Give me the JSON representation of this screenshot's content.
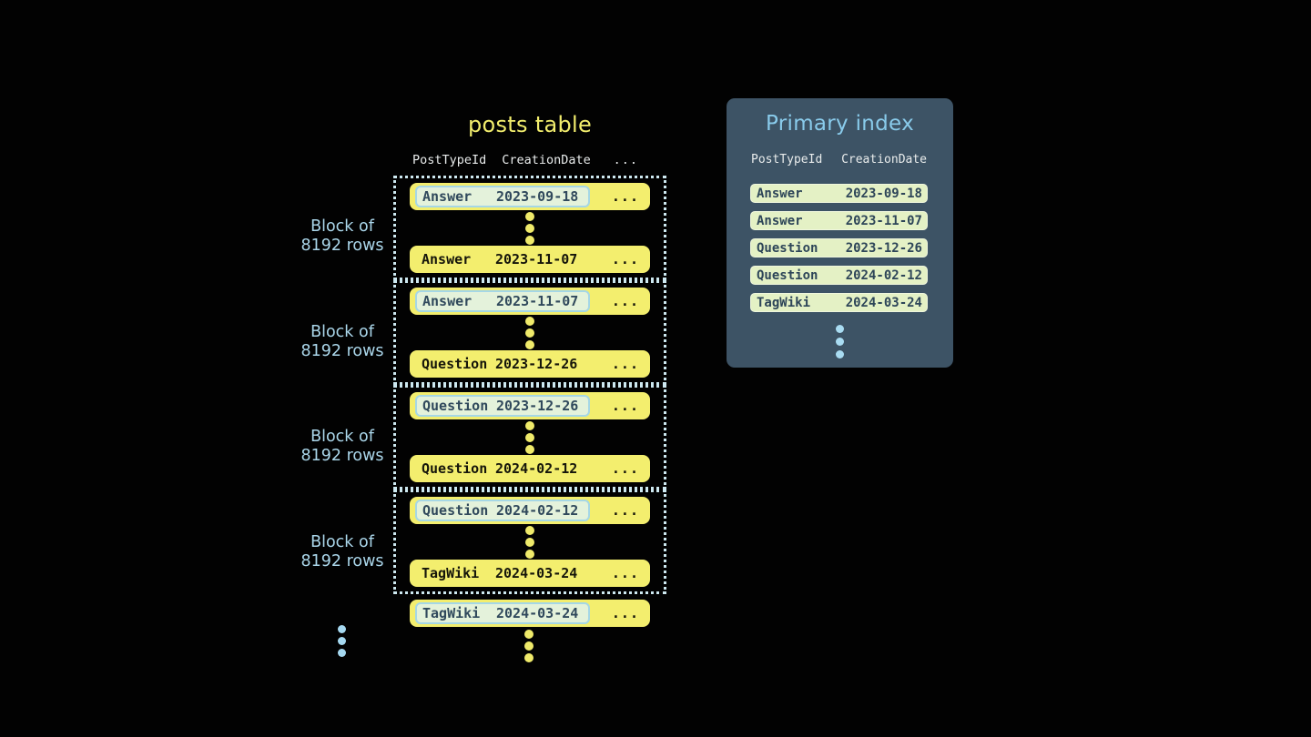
{
  "posts_table": {
    "title": "posts table",
    "columns": [
      "PostTypeId",
      "CreationDate"
    ],
    "ellipsis": "...",
    "block_label": "Block of 8192 rows",
    "blocks": [
      {
        "first": {
          "type": "Answer",
          "date": "2023-09-18"
        },
        "last": {
          "type": "Answer",
          "date": "2023-11-07"
        }
      },
      {
        "first": {
          "type": "Answer",
          "date": "2023-11-07"
        },
        "last": {
          "type": "Question",
          "date": "2023-12-26"
        }
      },
      {
        "first": {
          "type": "Question",
          "date": "2023-12-26"
        },
        "last": {
          "type": "Question",
          "date": "2024-02-12"
        }
      },
      {
        "first": {
          "type": "Question",
          "date": "2024-02-12"
        },
        "last": {
          "type": "TagWiki",
          "date": "2024-03-24"
        }
      }
    ],
    "trailing_row": {
      "type": "TagWiki",
      "date": "2024-03-24"
    }
  },
  "primary_index": {
    "title": "Primary index",
    "columns": [
      "PostTypeId",
      "CreationDate"
    ],
    "rows": [
      {
        "type": "Answer",
        "date": "2023-09-18"
      },
      {
        "type": "Answer",
        "date": "2023-11-07"
      },
      {
        "type": "Question",
        "date": "2023-12-26"
      },
      {
        "type": "Question",
        "date": "2024-02-12"
      },
      {
        "type": "TagWiki",
        "date": "2024-03-24"
      }
    ]
  },
  "colors": {
    "background": "#020202",
    "row_yellow": "#F3EE6E",
    "row_text_dark": "#15150a",
    "highlight_fill": "#E4F2DB",
    "highlight_border": "#A5D7E6",
    "highlight_text": "#30495C",
    "dotted_block_border": "#CDE8F0",
    "block_label_blue": "#ABD7EB",
    "title_yellow": "#F2ED6D",
    "header_text": "#E9ECEC",
    "panel_background": "#3D5365",
    "panel_title_blue": "#89CBEB",
    "index_row_fill": "#E4F1C5",
    "index_row_border": "#EFF6DD",
    "index_row_text": "#2D4558",
    "dot_blue": "#A9DCF2"
  }
}
